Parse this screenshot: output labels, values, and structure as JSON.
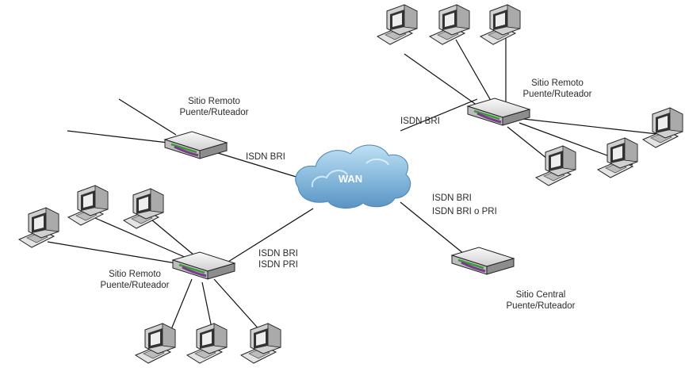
{
  "cloud": {
    "label": "WAN"
  },
  "sites": {
    "remote_top_left": {
      "name": "Sitio Remoto",
      "device": "Puente/Ruteador",
      "link": [
        "ISDN BRI"
      ]
    },
    "remote_top_right": {
      "name": "Sitio Remoto",
      "device": "Puente/Ruteador",
      "link": [
        "ISDN BRI"
      ]
    },
    "remote_bottom_left": {
      "name": "Sitio Remoto",
      "device": "Puente/Ruteador",
      "link": [
        "ISDN BRI",
        "ISDN PRI"
      ]
    },
    "central": {
      "name": "Sitio Central",
      "device": "Puente/Ruteador",
      "link": [
        "ISDN BRI",
        "ISDN BRI o PRI"
      ]
    }
  },
  "colors": {
    "cloud": "#7fb3d8",
    "cloud_dark": "#4a86b8",
    "router_accent": "#7a3a8a",
    "router_green": "#3a9a3a"
  }
}
